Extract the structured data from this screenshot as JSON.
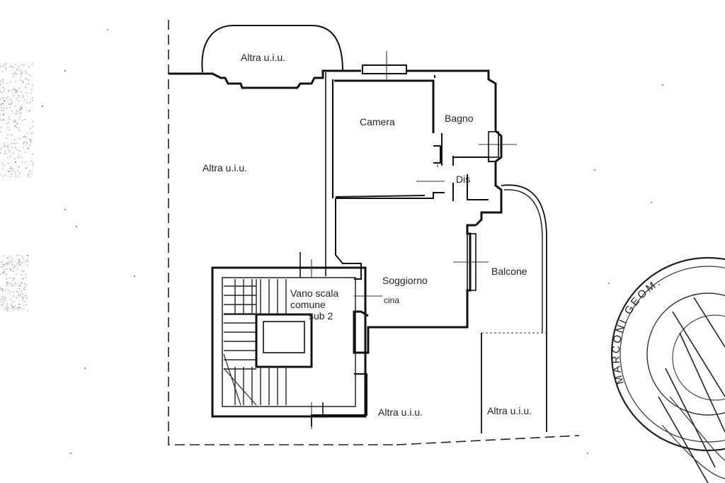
{
  "rooms": {
    "altra_top": "Altra u.i.u.",
    "altra_left": "Altra u.i.u.",
    "camera": "Camera",
    "bagno": "Bagno",
    "dis": "Dis",
    "soggiorno": "Soggiorno",
    "soggiorno_cont": "cina",
    "balcone": "Balcone",
    "vano_scala_1": "Vano scala",
    "vano_scala_2": "comune",
    "vano_scala_3": "sub 2",
    "altra_bottom": "Altra u.i.u.",
    "altra_bottom_right": "Altra u.i.u."
  },
  "stamp": {
    "text": "MARCONI GEOM."
  }
}
